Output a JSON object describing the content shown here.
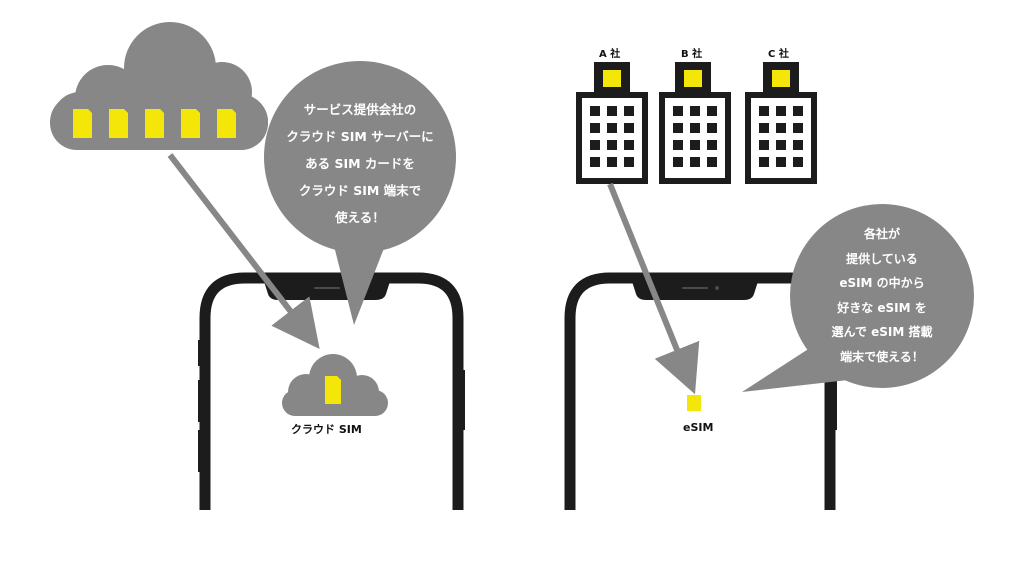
{
  "colors": {
    "gray": "#878787",
    "dark": "#1c1c1c",
    "sim_yellow": "#f5e60a",
    "white": "#ffffff"
  },
  "left_panel": {
    "bubble_lines": [
      "サービス提供会社の",
      "クラウド SIM サーバーに",
      "ある SIM カードを",
      "クラウド SIM 端末で",
      "使える！"
    ],
    "device_label": "クラウド SIM"
  },
  "right_panel": {
    "companies": [
      "A 社",
      "B 社",
      "C 社"
    ],
    "bubble_lines": [
      "各社が",
      "提供している",
      "eSIM の中から",
      "好きな eSIM を",
      "選んで eSIM 搭載",
      "端末で使える！"
    ],
    "device_label": "eSIM"
  }
}
